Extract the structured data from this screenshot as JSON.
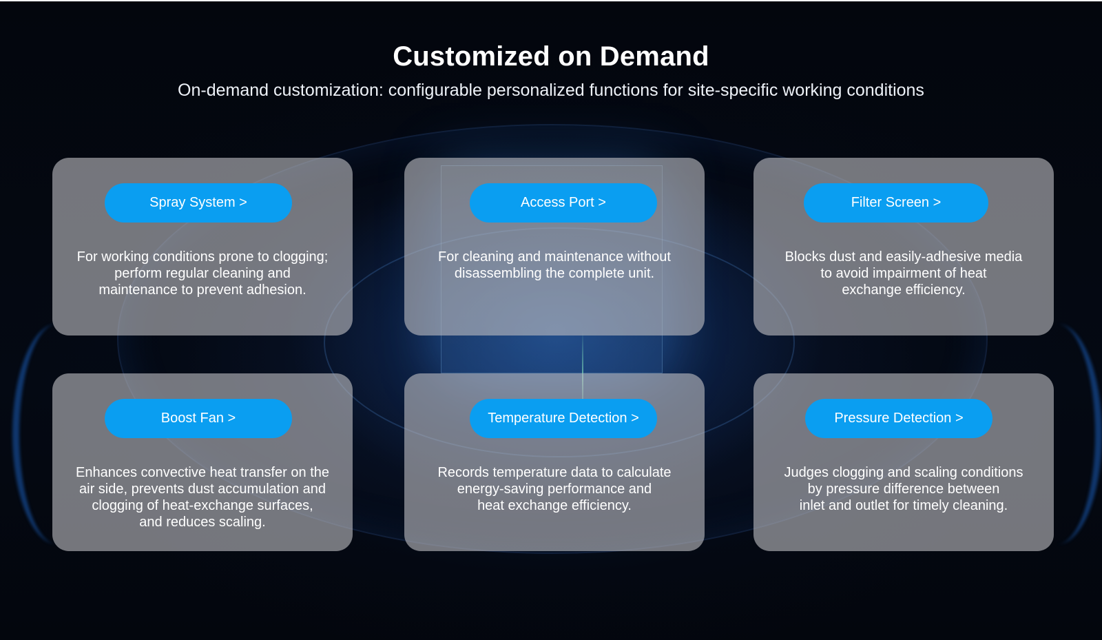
{
  "header": {
    "title": "Customized on Demand",
    "subtitle": "On-demand customization: configurable personalized functions for site-specific working conditions"
  },
  "cards": [
    {
      "button_label": "Spray System >",
      "description_lines": [
        "For working conditions prone to clogging;",
        "perform regular cleaning and",
        "maintenance to prevent adhesion."
      ]
    },
    {
      "button_label": "Access Port >",
      "description_lines": [
        "For cleaning and maintenance without",
        "disassembling the complete unit."
      ]
    },
    {
      "button_label": "Filter Screen >",
      "description_lines": [
        "Blocks dust and easily-adhesive media",
        "to avoid impairment of heat",
        "exchange efficiency."
      ]
    },
    {
      "button_label": "Boost Fan >",
      "description_lines": [
        "Enhances convective heat transfer on the",
        "air side, prevents dust accumulation and",
        "clogging of heat-exchange surfaces,",
        "and reduces scaling."
      ]
    },
    {
      "button_label": "Temperature Detection >",
      "description_lines": [
        "Records temperature data to calculate",
        "energy-saving performance and",
        "heat exchange efficiency."
      ]
    },
    {
      "button_label": "Pressure Detection >",
      "description_lines": [
        "Judges clogging and scaling conditions",
        "by pressure difference between",
        "inlet and outlet for timely cleaning."
      ]
    }
  ],
  "colors": {
    "button": "#0a9ef1",
    "card": "#bcbcc0",
    "background": "#03060d"
  }
}
